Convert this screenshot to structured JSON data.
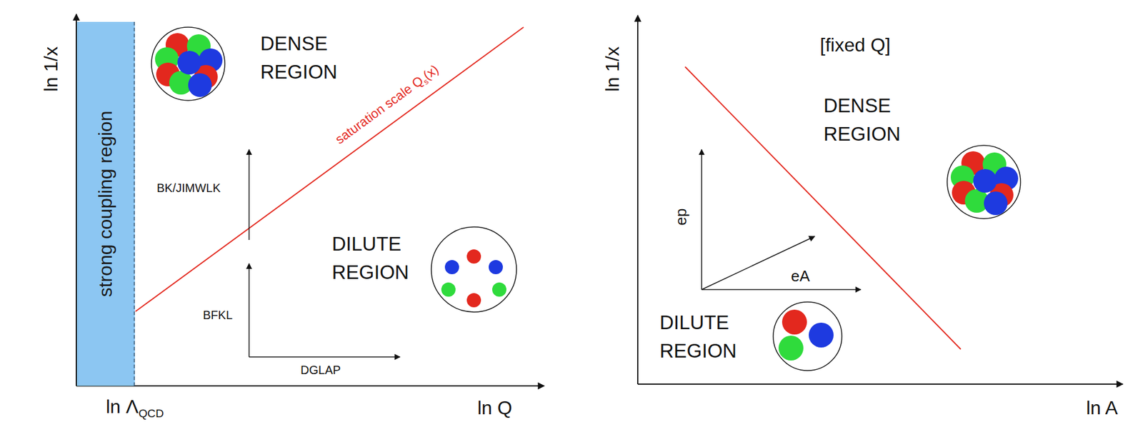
{
  "diagram": {
    "nodes": [
      {
        "text": [
          "strong coupling region"
        ]
      }
    ],
    "labels": [
      "ln 1/x",
      "DENSE REGION",
      "saturation scale Q",
      "s",
      "(x)",
      "BK/JIMWLK",
      "BFKL",
      "DILUTE REGION",
      "DGLAP",
      "ln Λ",
      "QCD",
      "ln Q",
      "ln 1/x",
      "[fixed Q]",
      "DENSE REGION",
      "ep",
      "eA",
      "DILUTE REGION",
      "ln A"
    ]
  }
}
